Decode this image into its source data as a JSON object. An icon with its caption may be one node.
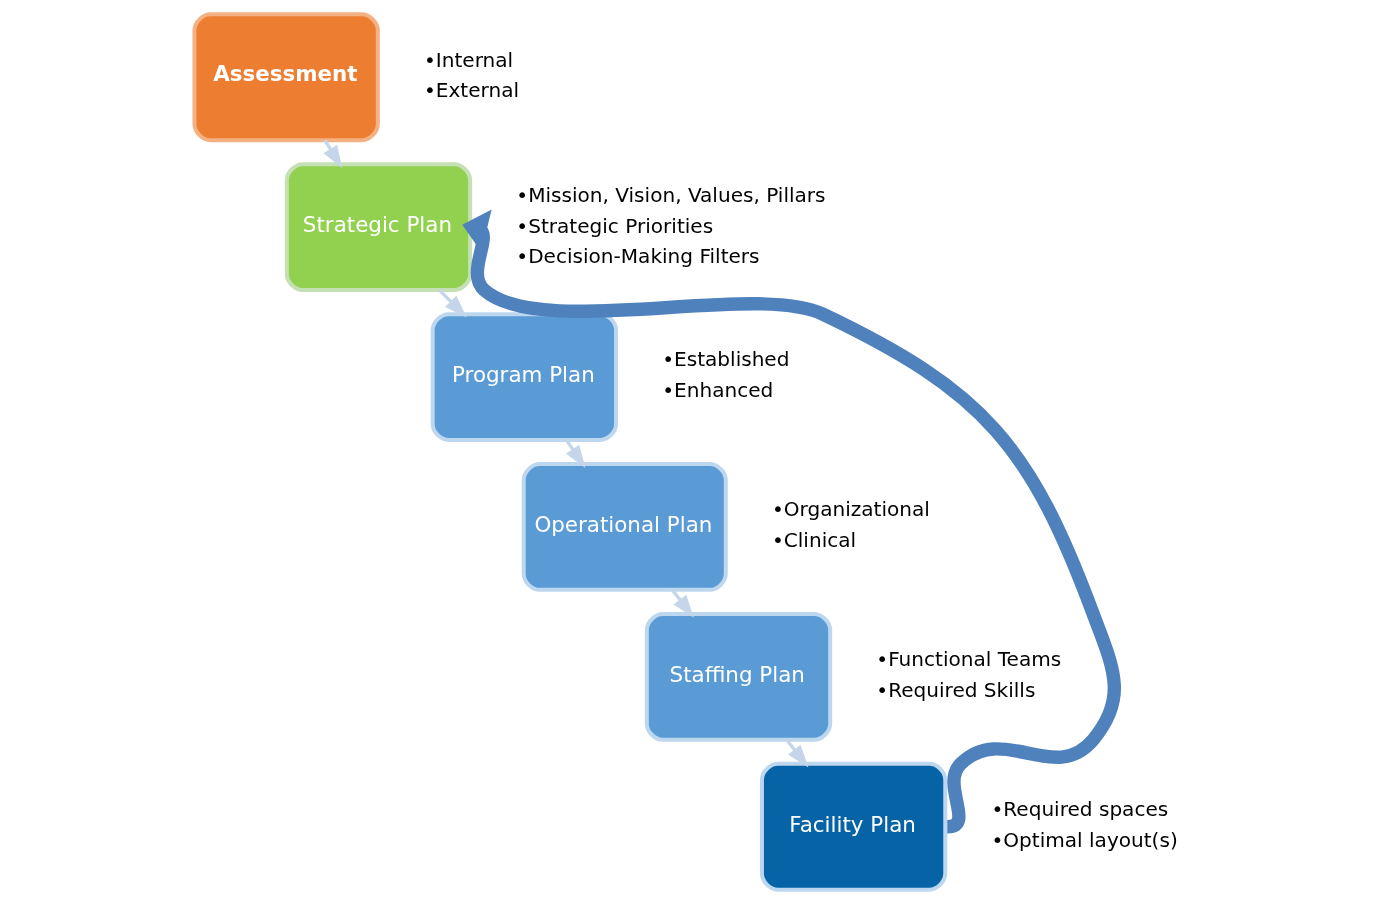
{
  "diagram": {
    "nodes": [
      {
        "text": [
          "Assessment"
        ],
        "beside": [
          "•Internal",
          "•External"
        ]
      },
      {
        "text": [
          "Strategic Plan"
        ],
        "beside": [
          "•Mission, Vision, Values, Pillars",
          "•Strategic Priorities",
          "•Decision-Making Filters"
        ]
      },
      {
        "text": [
          "Program Plan"
        ],
        "beside": [
          "•Established",
          "•Enhanced"
        ]
      },
      {
        "text": [
          "Operational Plan"
        ],
        "beside": [
          "•Organizational",
          "•Clinical"
        ]
      },
      {
        "text": [
          "Staffing Plan"
        ],
        "beside": [
          "•Functional Teams",
          "•Required Skills"
        ]
      },
      {
        "text": [
          "Facility Plan"
        ],
        "beside": [
          "•Required spaces",
          "•Optimal layout(s)"
        ]
      }
    ],
    "edges": [
      {
        "from": 0,
        "to": 1,
        "arrow": "to"
      },
      {
        "from": 1,
        "to": 2,
        "arrow": "to"
      },
      {
        "from": 2,
        "to": 3,
        "arrow": "to"
      },
      {
        "from": 3,
        "to": 4,
        "arrow": "to"
      },
      {
        "from": 4,
        "to": 5,
        "arrow": "to"
      },
      {
        "from": 5,
        "to": 1,
        "arrow": "to",
        "style": "thick",
        "color": "#4f81bd"
      }
    ]
  }
}
